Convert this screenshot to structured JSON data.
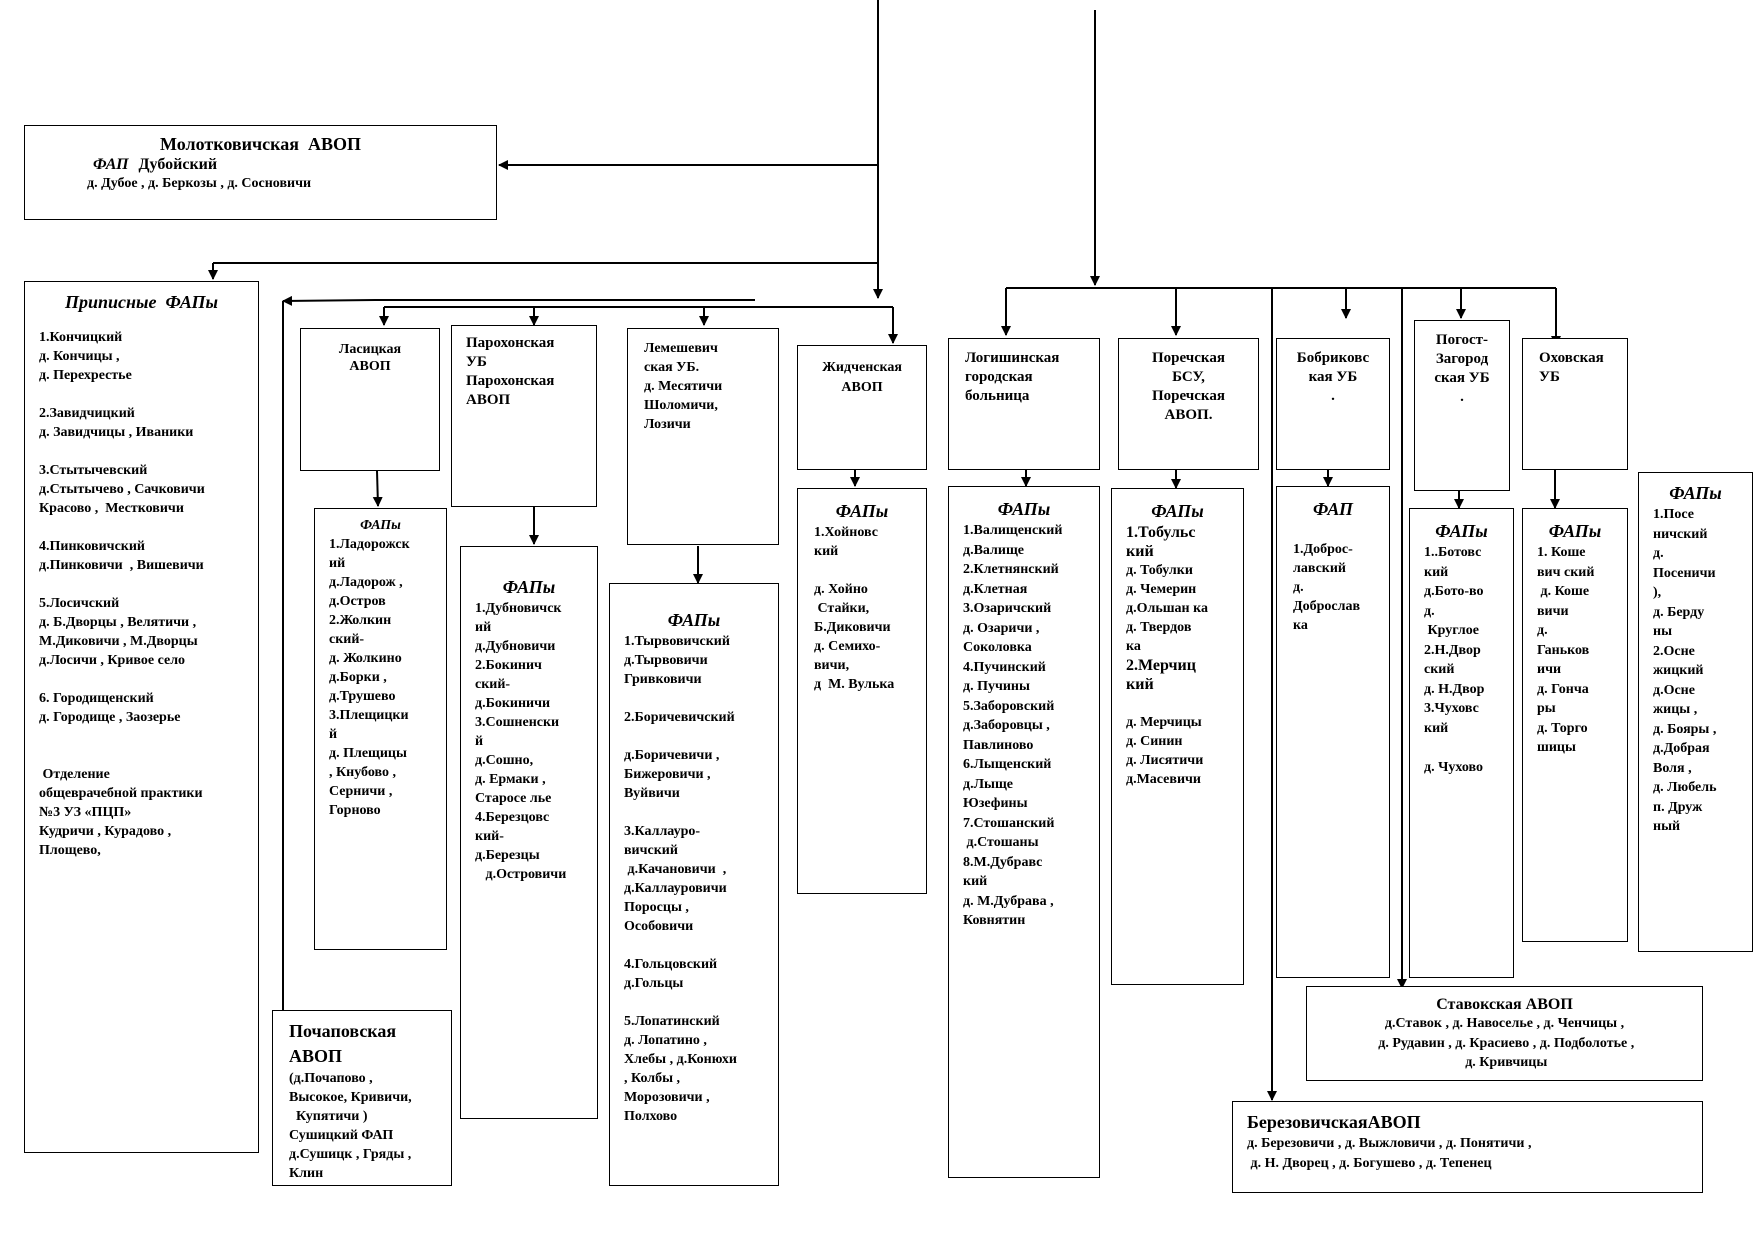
{
  "molot": {
    "title": "Молотковичская  АВОП",
    "fap_label": "ФАП",
    "fap_name": "Дубойский",
    "villages": "д. Дубое , д. Беркозы , д. Сосновичи"
  },
  "pripisnye": {
    "header": "Приписные  ФАПы",
    "text": "1.Кончицкий\nд. Кончицы ,\nд. Перехрестье\n\n2.Завидчицкий\nд. Завидчицы , Иваники\n\n3.Стытычевский\nд.Стытычево , Сачковичи\nКрасово ,  Местковичи\n\n4.Пинковичский\nд.Пинковичи  , Вишевичи\n\n5.Лосичский\nд. Б.Дворцы , Велятичи ,\nМ.Диковичи , М.Дворцы\nд.Лосичи , Кривое село\n\n6. Городищенский\nд. Городище , Заозерье\n\n\n Отделение\nобщеврачебной практики\n№3 УЗ «ПЦП»\nКудричи , Курадово ,\nПлощево,"
  },
  "lasits": {
    "title": "Ласицкая\nАВОП",
    "faps_header": "ФАПы",
    "faps_text": "1.Ладорожск\nий\nд.Ладорож ,\nд.Остров\n2.Жолкин\nский-\nд. Жолкино\nд.Борки ,\nд.Трушево\n3.Плещицки\nй\nд. Плещицы\n, Кнубово ,\nСерничи ,\nГорново"
  },
  "parokh": {
    "title": "Парохонская\nУБ\nПарохонская\nАВОП",
    "faps_header": "ФАПы",
    "faps_text": "1.Дубновичск\nий\nд.Дубновичи\n2.Бокинич\nский-\nд.Бокиничи\n3.Сошненски\nй\nд.Сошно,\nд. Ермаки ,\nСтаросе лье\n4.Березцовс\nкий-\nд.Березцы\n   д.Островичи"
  },
  "lemesh": {
    "title": "Лемешевич\nская УБ.\nд. Месятичи\nШоломичи,\nЛозичи",
    "faps_header": "ФАПы",
    "faps_text": "1.Тырвовичский\nд.Тырвовичи\nГривковичи\n\n2.Боричевичский\n\nд.Боричевичи ,\nБижеровичи ,\nВуйвичи\n\n3.Каллауро-\nвичский\n д.Качановичи  ,\nд.Каллауровичи\nПоросцы ,\nОсобовичи\n\n4.Гольцовский\nд.Гольцы\n\n5.Лопатинский\nд. Лопатино ,\nХлебы , д.Конюхи\n, Колбы ,\nМорозовичи ,\nПолхово"
  },
  "zhid": {
    "title": "Жидченская\nАВОП",
    "faps_header": "ФАПы",
    "faps_text": "1.Хойновс\nкий\n\nд. Хойно\n Стайки,\nБ.Диковичи\nд. Семихо-\nвичи,\nд  М. Вулька"
  },
  "pochap": {
    "title": "Почаповская\nАВОП",
    "text": "(д.Почапово ,\nВысокое, Кривичи,\n  Купятичи )\nСушицкий ФАП\nд.Сушицк , Гряды ,\nКлин"
  },
  "logish": {
    "title": "Логишинская\nгородская\nбольница",
    "faps_header": "ФАПы",
    "faps_text": "1.Валищенский\nд.Валище\n2.Клетнянский\nд.Клетная\n3.Озаричский\nд. Озаричи ,\nСоколовка\n4.Пучинский\nд. Пучины\n5.Заборовский\nд.Заборовцы ,\nПавлиново\n6.Лыщенский\nд.Лыще\nЮзефины\n7.Стошанский\n д.Стошаны\n8.М.Дубравс\nкий\nд. М.Дубрава ,\nКовнятин"
  },
  "porech": {
    "title": "Поречская\nБСУ,\nПоречская\nАВОП.",
    "faps_header": "ФАПы",
    "faps_part1": "1.Тобульс\nкий",
    "faps_part2": "д. Тобулки\nд. Чемерин\nд.Ольшан ка\nд. Твердов\nка",
    "faps_part3": "2.Мерчиц\nкий",
    "faps_part4": "\nд. Мерчицы\nд. Синин\nд. Лисятичи\nд.Масевичи"
  },
  "bobrik": {
    "title": "Бобриковс\nкая УБ\n.",
    "faps_header": "ФАП",
    "faps_text": "\n1.Доброс-\nлавский\nд.\nДоброслав\nка"
  },
  "pogost": {
    "title": "Погост-\nЗагород\nская УБ\n.",
    "faps_header": "ФАПы",
    "faps_text": "1..Ботовс\nкий\nд.Бото-во\nд.\n Круглое\n2.Н.Двор\nский\nд. Н.Двор\n3.Чуховс\nкий\n\nд. Чухово"
  },
  "okhov": {
    "title": "Оховская\nУБ",
    "faps_header": "ФАПы",
    "faps_text": "1. Коше\nвич ский\n д. Коше\nвичи\nд.\nГаньков\nичи\nд. Гонча\nры\nд. Торго\nшицы"
  },
  "posen": {
    "faps_header": "ФАПы",
    "faps_text": "1.Посе\nничский\nд.\nПосеничи\n),\nд. Берду\nны\n2.Осне\nжицкий\nд.Осне\nжицы ,\nд. Бояры ,\nд.Добрая\nВоля ,\nд. Любель\nп. Друж\nный"
  },
  "stavok": {
    "title": "Ставокская АВОП",
    "text": "д.Ставок , д. Навоселье , д. Ченчицы ,\n д. Рудавин , д. Красиево , д. Подболотье ,\n д. Кривчицы"
  },
  "berez": {
    "title": "БерезовичскаяАВОП",
    "text": "д. Березовичи , д. Выжловичи , д. Понятичи ,\n д. Н. Дворец , д. Богушево , д. Тепенец"
  }
}
